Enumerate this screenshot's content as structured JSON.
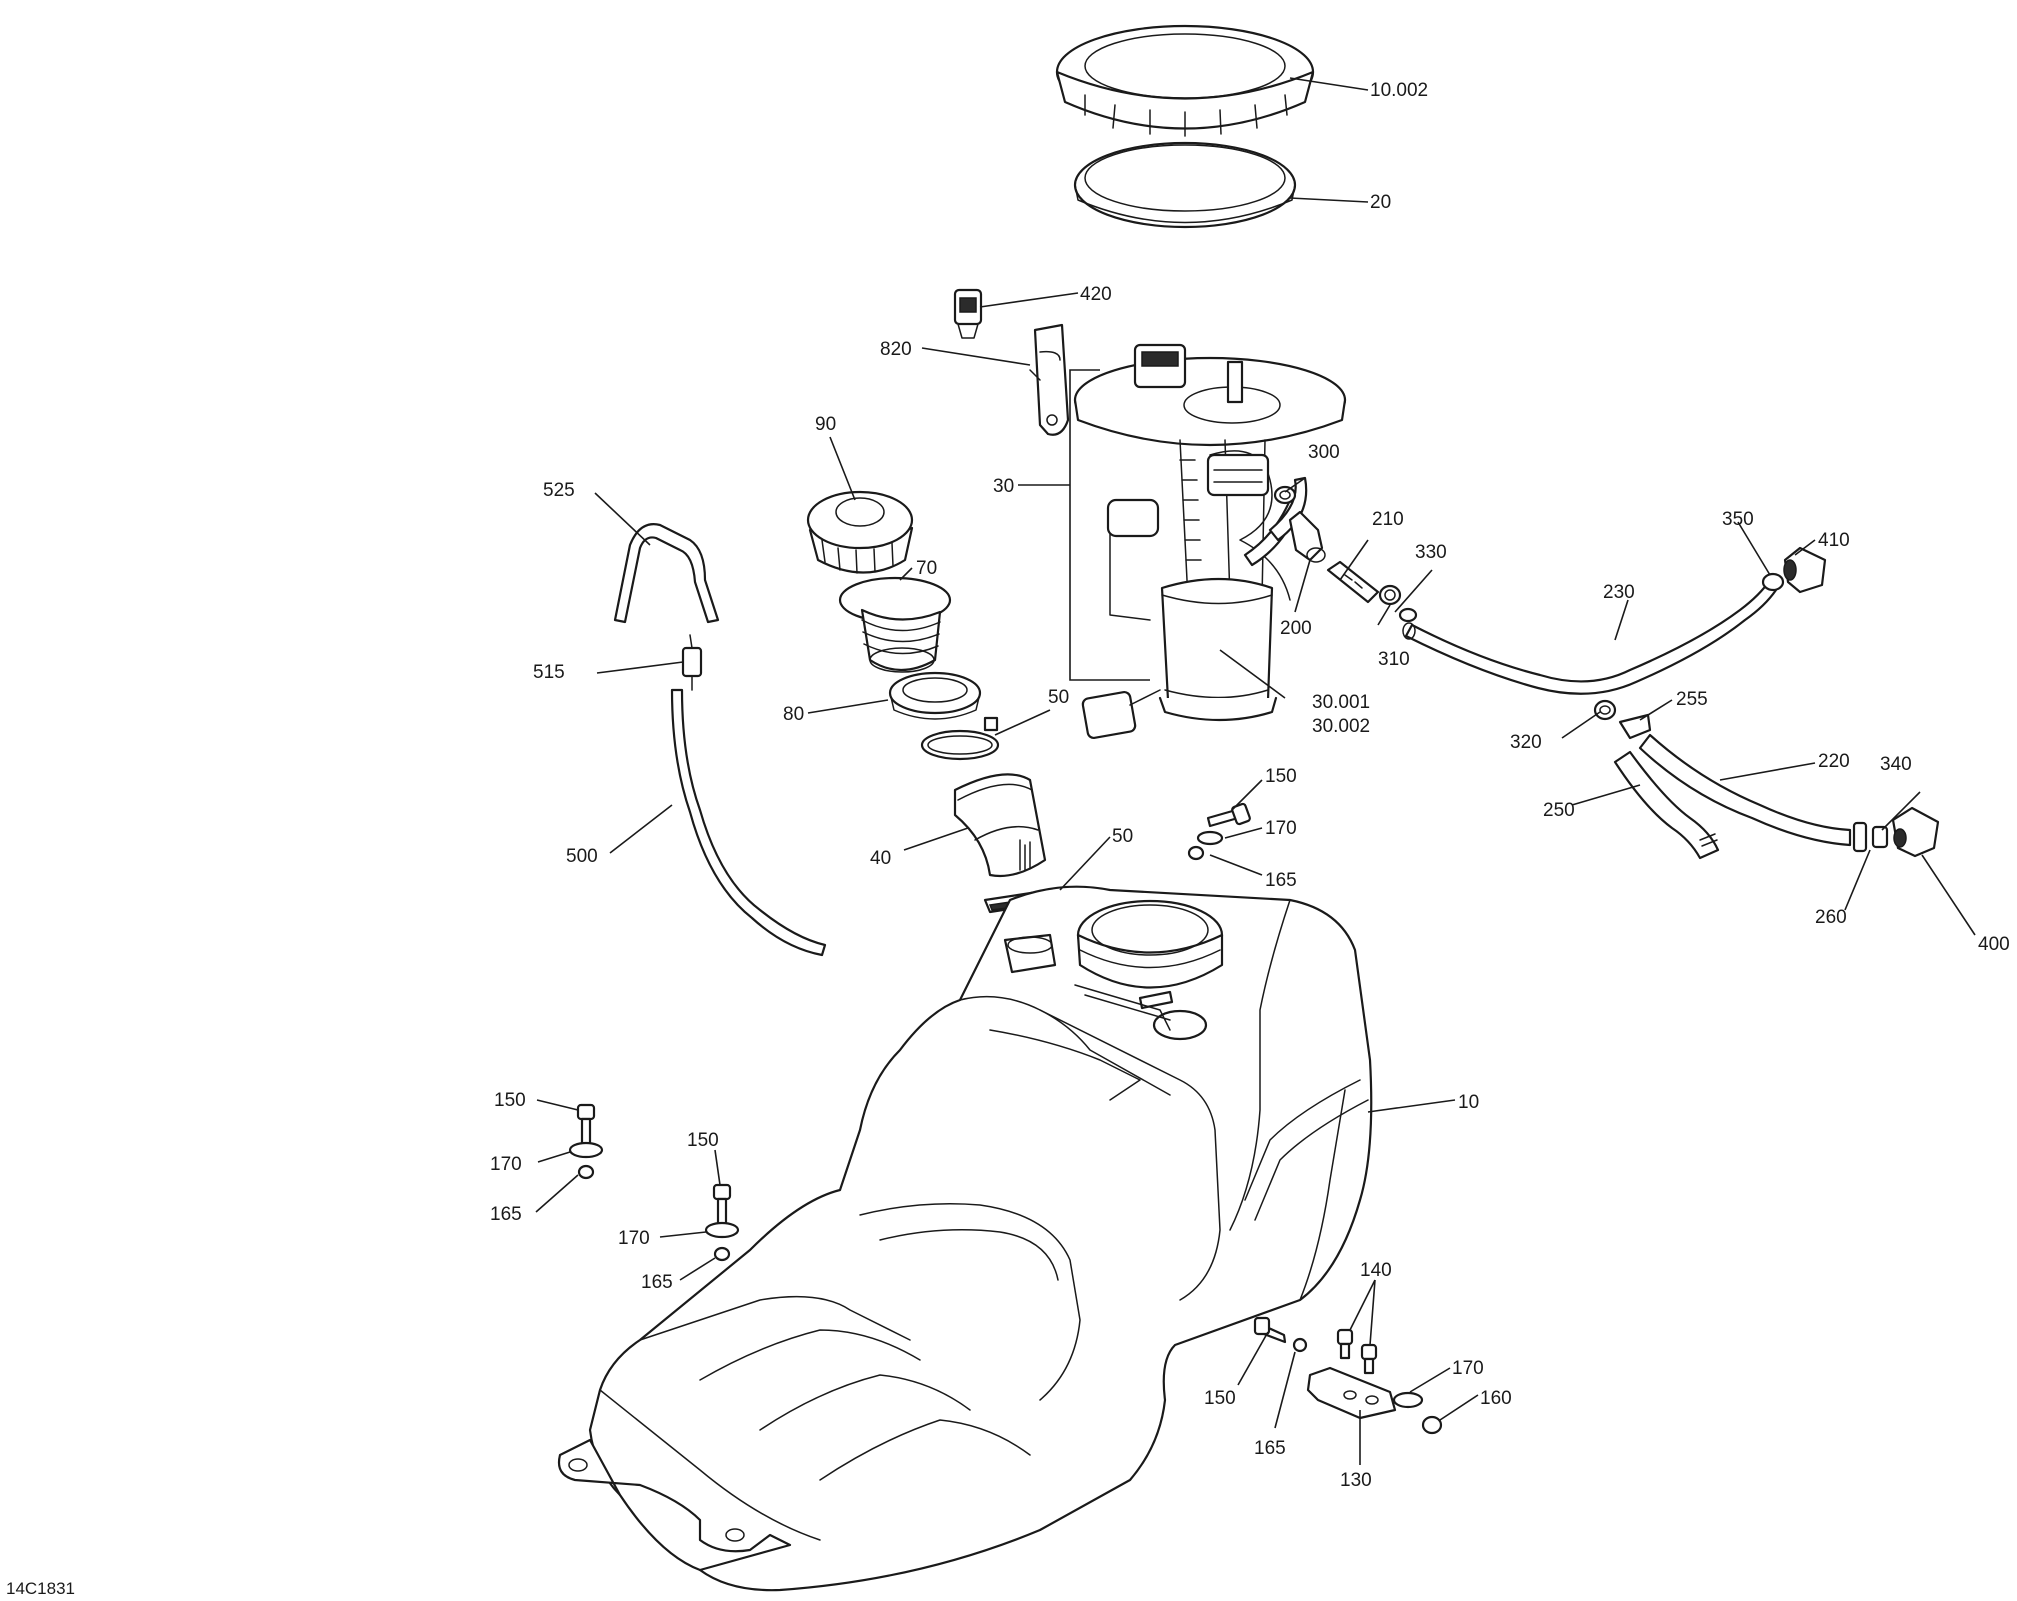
{
  "diagram": {
    "reference_code": "14C1831",
    "callouts": {
      "c10002": "10.002",
      "c20": "20",
      "c420": "420",
      "c820": "820",
      "c90": "90",
      "c525": "525",
      "c30": "30",
      "c300": "300",
      "c210": "210",
      "c330": "330",
      "c350": "350",
      "c410": "410",
      "c230": "230",
      "c70": "70",
      "c200": "200",
      "c310": "310",
      "c515": "515",
      "c80": "80",
      "c50a": "50",
      "c30001": "30.001",
      "c30002": "30.002",
      "c320": "320",
      "c255": "255",
      "c150a": "150",
      "c220": "220",
      "c340": "340",
      "c250": "250",
      "c170a": "170",
      "c40": "40",
      "c50b": "50",
      "c165a": "165",
      "c500": "500",
      "c260": "260",
      "c400": "400",
      "c10": "10",
      "c150b": "150",
      "c170b": "170",
      "c165b": "165",
      "c150c": "150",
      "c170c": "170",
      "c165c": "165",
      "c140": "140",
      "c170d": "170",
      "c160": "160",
      "c150d": "150",
      "c165d": "165",
      "c130": "130"
    }
  }
}
